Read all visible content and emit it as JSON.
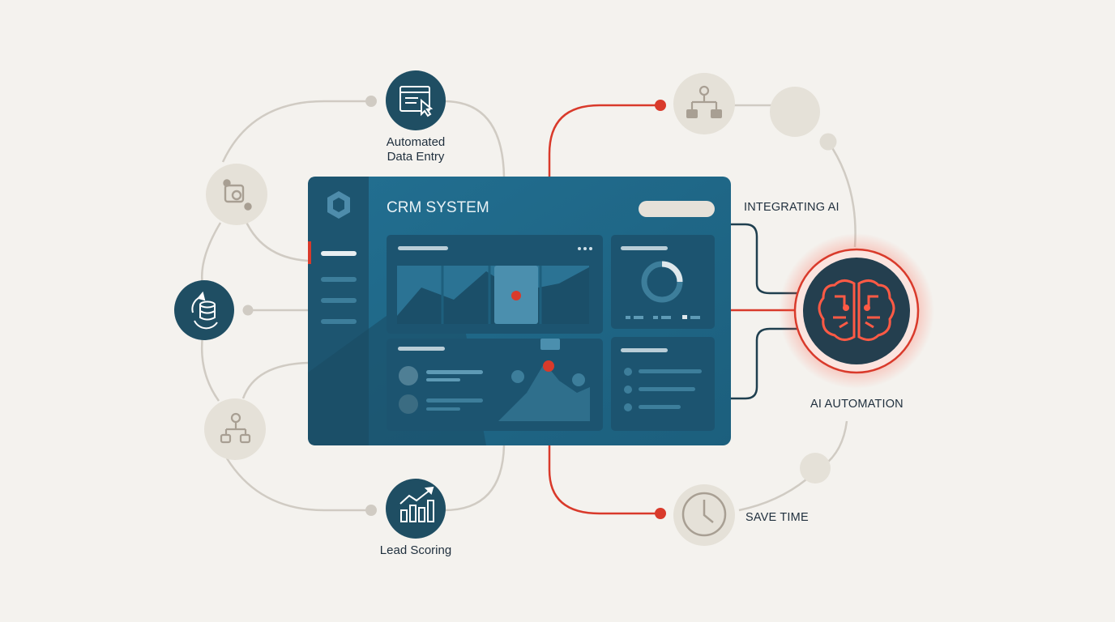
{
  "crm": {
    "title": "CRM SYSTEM"
  },
  "nodes": {
    "automated_data_entry": {
      "line1": "Automated",
      "line2": "Data Entry",
      "icon": "browser-cursor-icon"
    },
    "lead_scoring": {
      "label": "Lead Scoring",
      "icon": "bar-chart-growth-icon"
    },
    "integrating_ai": {
      "label": "INTEGRATING AI"
    },
    "ai_automation": {
      "label": "AI AUTOMATION",
      "icon": "brain-icon"
    },
    "save_time": {
      "label": "SAVE TIME",
      "icon": "clock-icon"
    },
    "left_icons": [
      "gear-flow-icon",
      "database-sync-icon",
      "hierarchy-icon"
    ],
    "top_right_icon": "hierarchy-icon"
  },
  "colors": {
    "background": "#f4f2ee",
    "panel": "#1f6a8a",
    "panel_dark": "#1a4a62",
    "accent_red": "#d93a2b",
    "dark_circle": "#1f4e63",
    "light_circle": "#e5e1d8",
    "connector_gray": "#cfcac2",
    "connector_dark": "#1f3f4f"
  }
}
